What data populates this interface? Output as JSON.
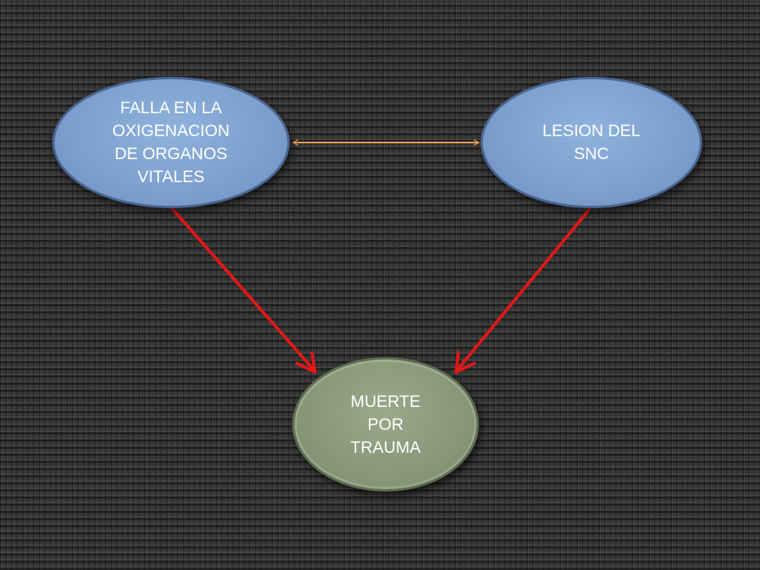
{
  "diagram": {
    "nodes": {
      "left": {
        "label": "FALLA EN LA\nOXIGENACION\nDE ORGANOS\nVITALES"
      },
      "right": {
        "label": "LESION DEL\nSNC"
      },
      "bottom": {
        "label": "MUERTE\nPOR\nTRAUMA"
      }
    },
    "colors": {
      "node_fill": "#7d9fcd",
      "node_outline": "#4a6591",
      "result_fill": "#869676",
      "cause_arrow": "#e01818",
      "link_arrow": "#e8a050",
      "text": "#ffffff"
    }
  }
}
